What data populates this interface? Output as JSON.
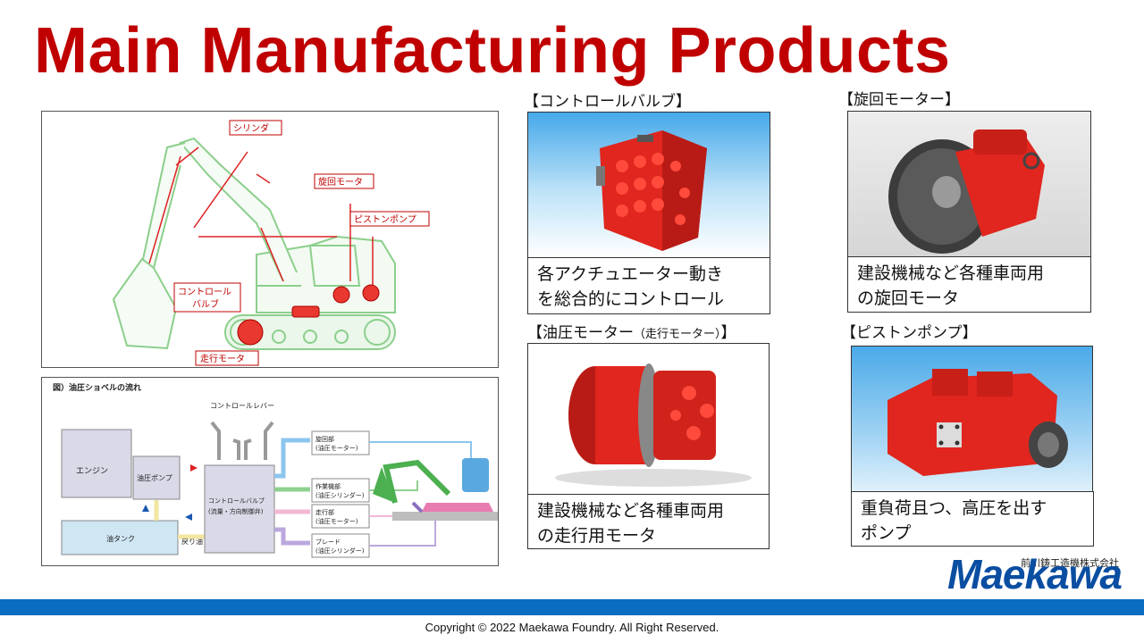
{
  "title": "Main Manufacturing Products",
  "excavator_diagram": {
    "labels": {
      "cylinder": "シリンダ",
      "swing_motor": "旋回モータ",
      "piston_pump": "ピストンポンプ",
      "control_valve_1": "コントロール",
      "control_valve_2": "バルブ",
      "travel_motor": "走行モータ"
    }
  },
  "flow_diagram": {
    "title": "図）油圧ショベルの流れ",
    "engine": "エンジン",
    "hydraulic_pump": "油圧ポンプ",
    "oil_tank": "油タンク",
    "return_oil": "戻り油",
    "control_lever": "コントロールレバー",
    "control_valve_line1": "コントロールバルブ",
    "control_valve_line2": "(流量・方向制御弁)",
    "outputs": [
      {
        "line1": "旋回部",
        "line2": "(油圧モーター)",
        "color": "#3a9ad9"
      },
      {
        "line1": "作業機部",
        "line2": "(油圧シリンダー)",
        "color": "#4caf50"
      },
      {
        "line1": "走行部",
        "line2": "(油圧モーター)",
        "color": "#e87bb0"
      },
      {
        "line1": "ブレード",
        "line2": "(油圧シリンダー)",
        "color": "#8a6fc0"
      }
    ]
  },
  "products": {
    "control_valve": {
      "heading": "【コントロールバルブ】",
      "caption": [
        "各アクチュエーター動き",
        "を総合的にコントロール"
      ]
    },
    "swing_motor": {
      "heading": "【旋回モーター】",
      "caption": [
        "建設機械など各種車両用",
        "の旋回モータ"
      ]
    },
    "hydraulic_motor": {
      "heading_main": "【油圧モーター",
      "heading_small": "（走行モーター）",
      "heading_end": "】",
      "caption": [
        "建設機械など各種車両用",
        "の走行用モータ"
      ]
    },
    "piston_pump": {
      "heading": "【ピストンポンプ】",
      "caption": [
        "重負荷且つ、高圧を出す",
        "ポンプ"
      ]
    }
  },
  "company": {
    "name_jp": "前川鋳工造機株式会社",
    "logo": "Maekawa"
  },
  "copyright": "Copyright © 2022 Maekawa Foundry. All Right Reserved.",
  "colors": {
    "title": "#c00000",
    "footer_bar": "#0b6dbf",
    "logo": "#0a4ea2",
    "product_red": "#e0261e"
  }
}
